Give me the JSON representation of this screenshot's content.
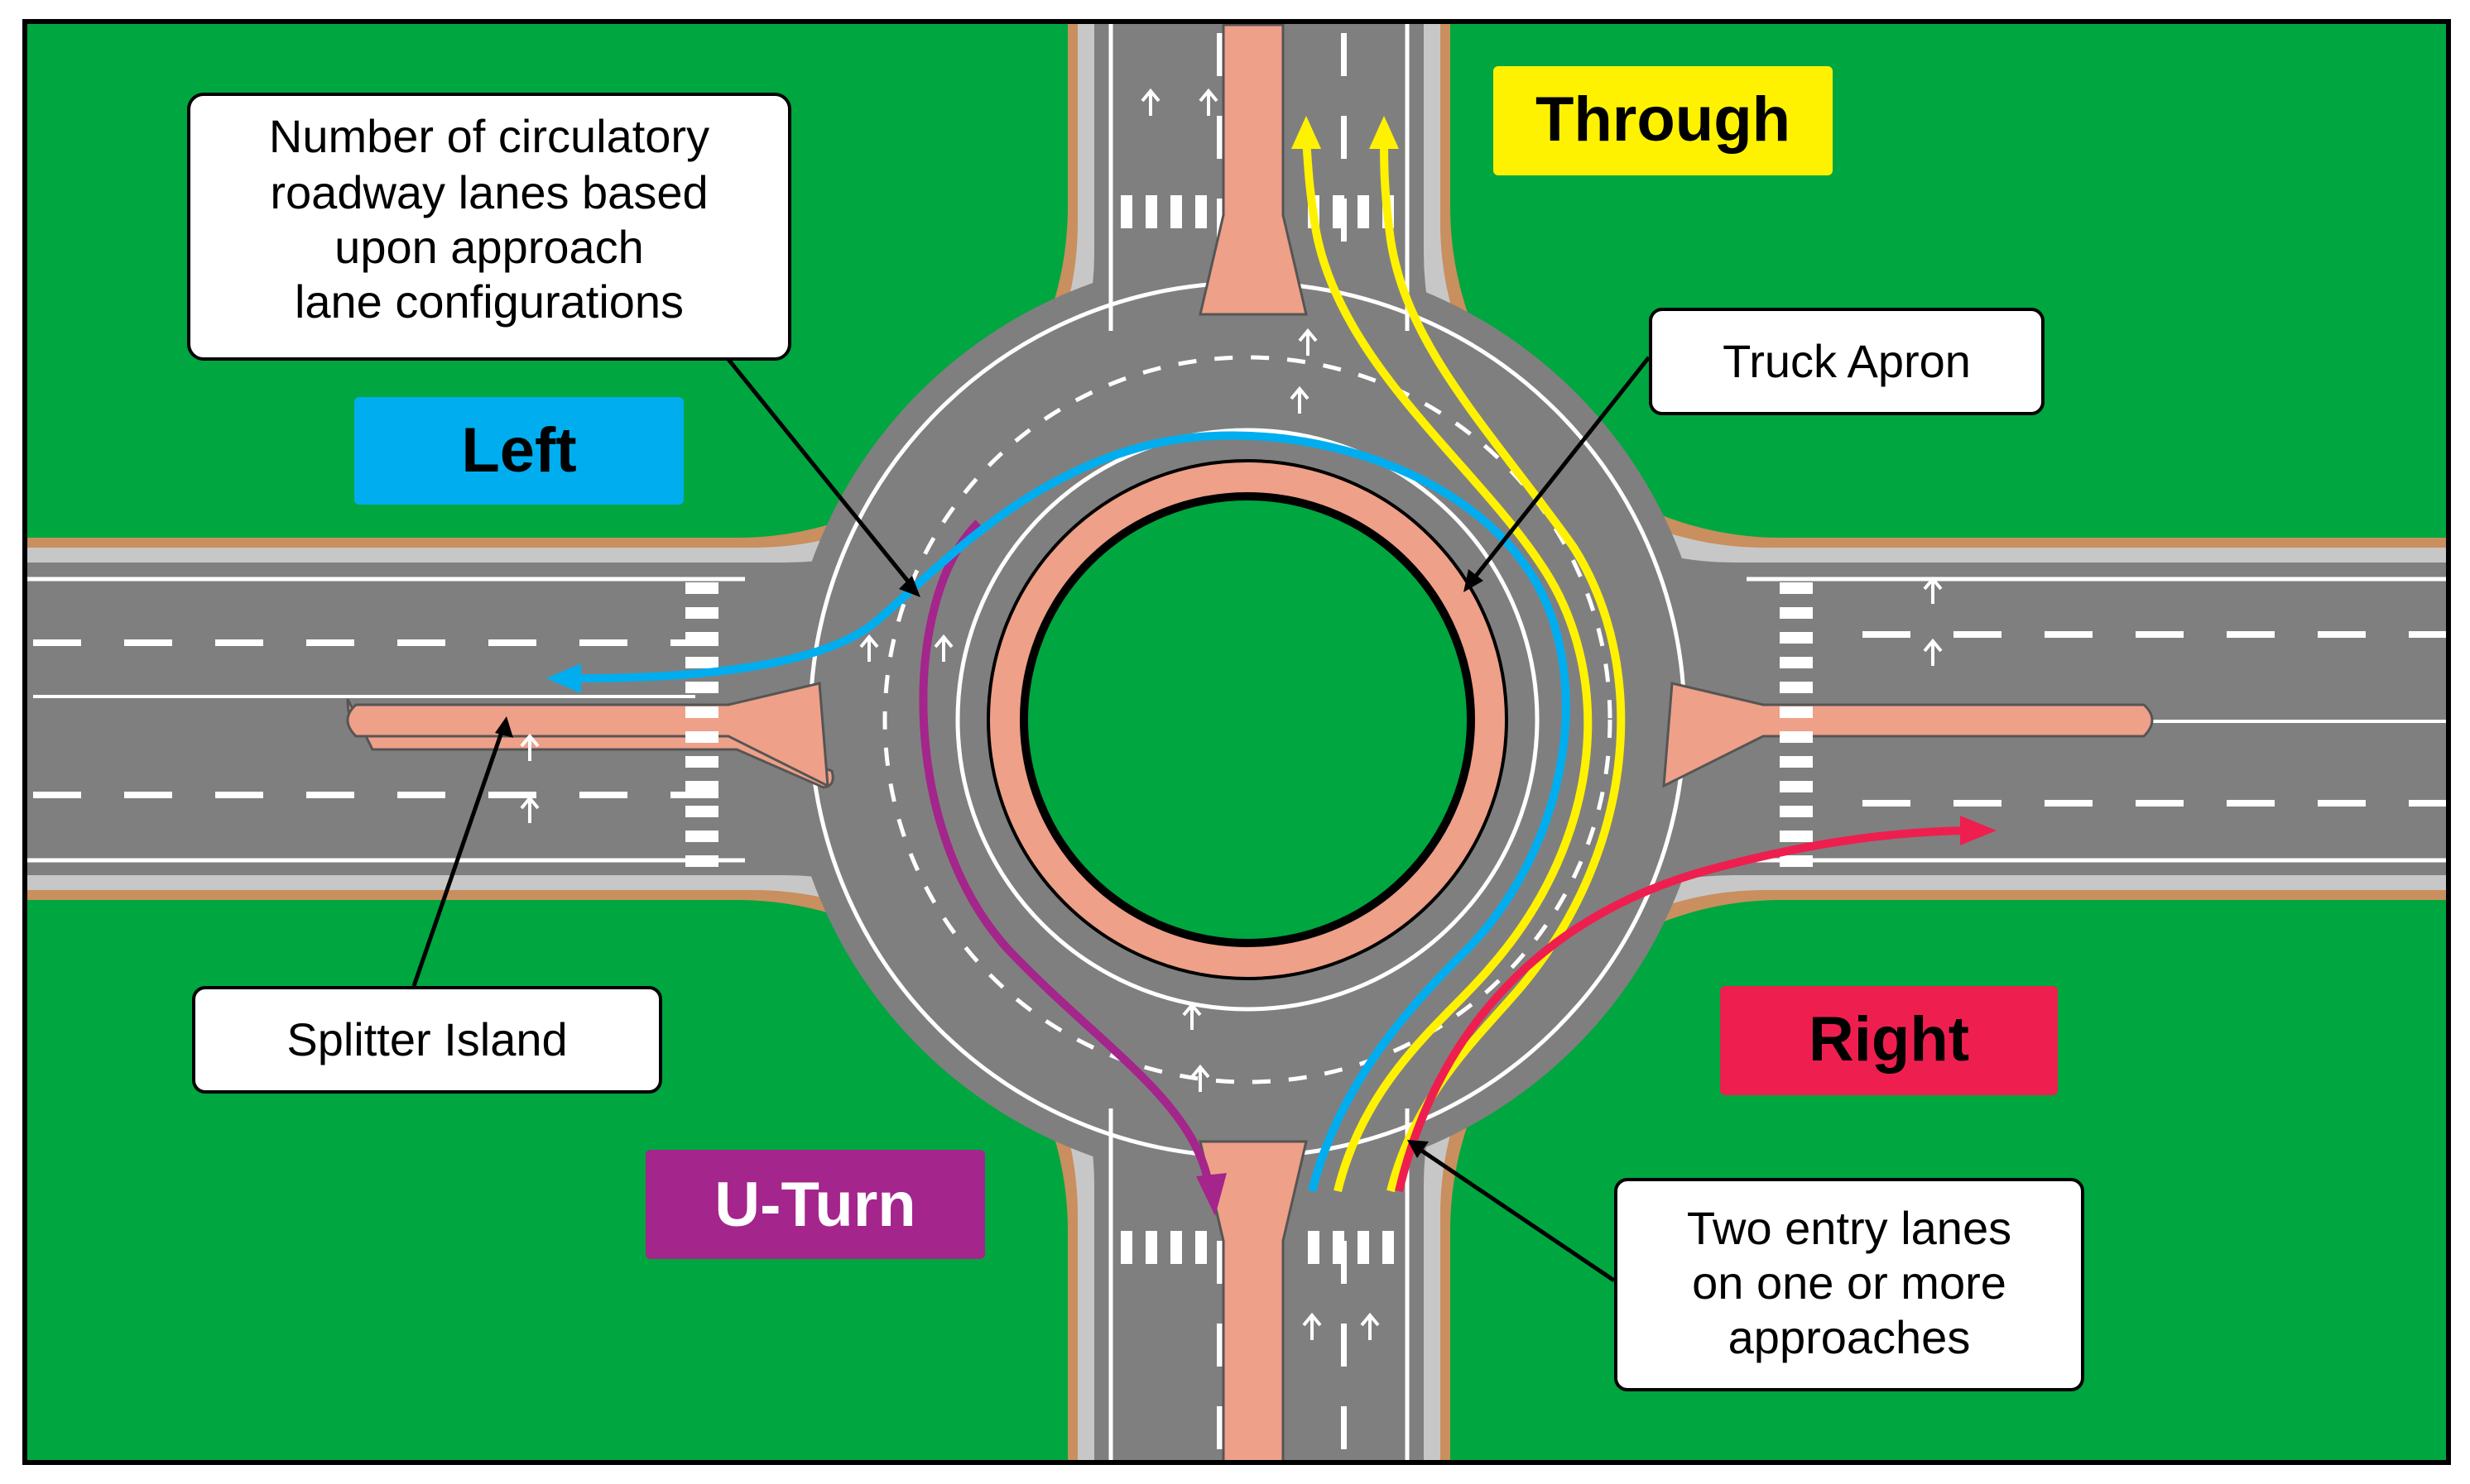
{
  "colors": {
    "grass": "#00a63f",
    "road": "#807f7f",
    "curb": "#c98f5e",
    "sidewalk": "#c7c7c7",
    "island": "#eea088",
    "marking": "#ffffff",
    "outline": "#000000",
    "left": "#00aeef",
    "through": "#fff200",
    "right": "#ee1f4f",
    "uturn": "#a4258b"
  },
  "movements": {
    "left": "Left",
    "through": "Through",
    "right": "Right",
    "uturn": "U-Turn"
  },
  "callouts": {
    "circulatory_lanes": [
      "Number of circulatory",
      "roadway lanes based",
      "upon approach",
      "lane configurations"
    ],
    "truck_apron": "Truck Apron",
    "splitter_island": "Splitter Island",
    "entry_lanes": [
      "Two entry lanes",
      "on one or more",
      "approaches"
    ]
  },
  "icons": {
    "lane_arrow": "lane-arrow-icon",
    "path_arrowhead": "arrowhead-icon"
  }
}
